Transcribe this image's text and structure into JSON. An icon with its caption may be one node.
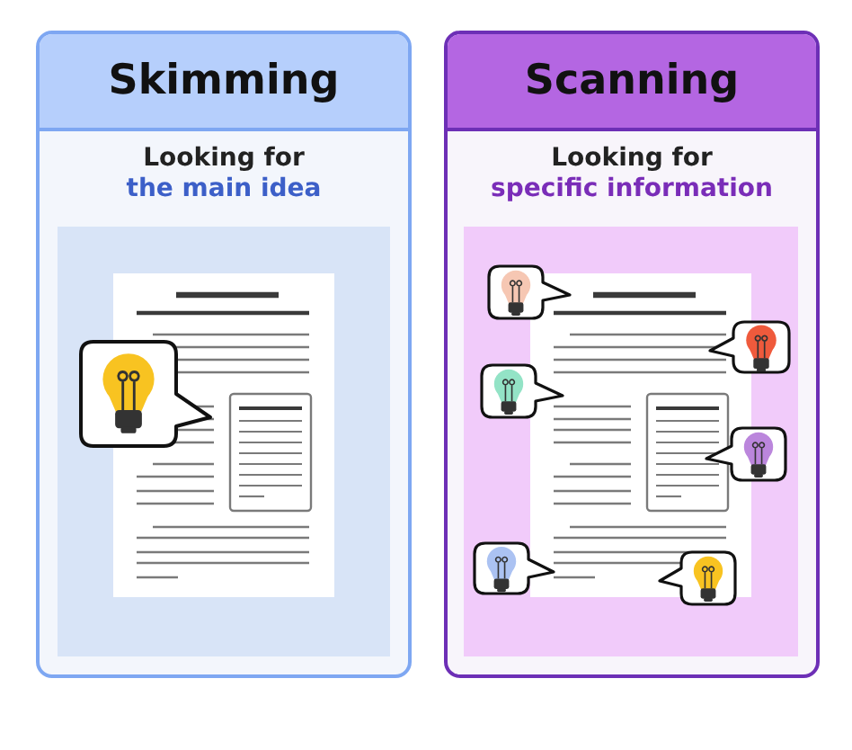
{
  "diagram": {
    "nodes": [
      {
        "text": [
          "Skimming",
          "Looking for",
          "the main idea"
        ]
      },
      {
        "text": [
          "Scanning",
          "Looking for",
          "specific information"
        ]
      }
    ],
    "edges": []
  }
}
